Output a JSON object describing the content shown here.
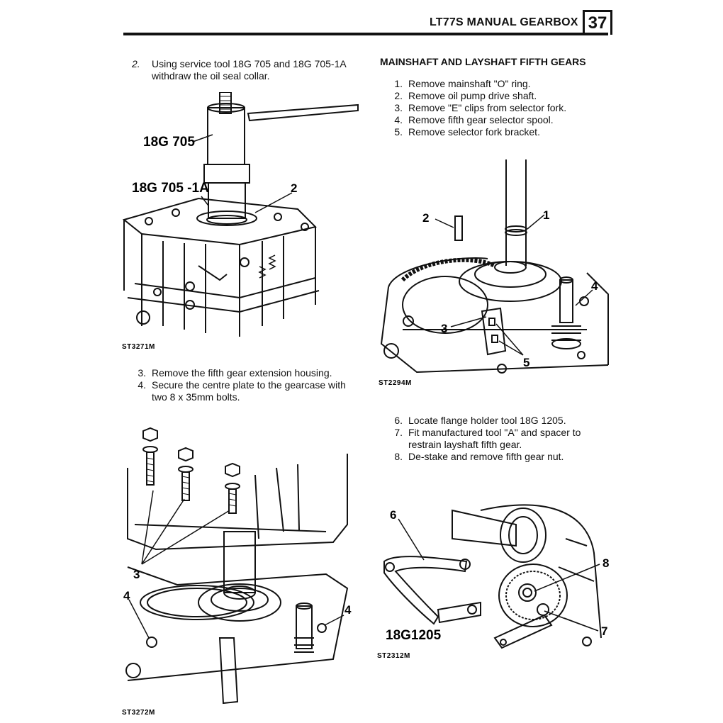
{
  "header": {
    "title": "LT77S MANUAL GEARBOX",
    "page_number": "37"
  },
  "left": {
    "step2": {
      "num": "2.",
      "text": "Using service tool 18G 705 and 18G 705-1A withdraw the oil seal collar."
    },
    "fig1": {
      "caption": "ST3271M",
      "tool_a": "18G 705",
      "tool_b": "18G 705 -1A",
      "callout_2": "2"
    },
    "steps_3_4": [
      {
        "num": "3.",
        "text": "Remove the fifth gear extension housing."
      },
      {
        "num": "4.",
        "text": "Secure the centre plate to the gearcase with two 8 x 35mm bolts."
      }
    ],
    "fig3": {
      "caption": "ST3272M",
      "callout_3": "3",
      "callout_4a": "4",
      "callout_4b": "4"
    }
  },
  "right": {
    "heading": "MAINSHAFT AND LAYSHAFT FIFTH GEARS",
    "steps_1_5": [
      {
        "num": "1.",
        "text": "Remove mainshaft \"O\" ring."
      },
      {
        "num": "2.",
        "text": "Remove oil pump drive shaft."
      },
      {
        "num": "3.",
        "text": "Remove \"E\" clips from selector fork."
      },
      {
        "num": "4.",
        "text": "Remove fifth gear selector spool."
      },
      {
        "num": "5.",
        "text": "Remove selector fork bracket."
      }
    ],
    "fig2": {
      "caption": "ST2294M",
      "c1": "1",
      "c2": "2",
      "c3": "3",
      "c4": "4",
      "c5": "5"
    },
    "steps_6_8": [
      {
        "num": "6.",
        "text": "Locate flange holder tool 18G 1205."
      },
      {
        "num": "7.",
        "text": "Fit manufactured tool \"A\" and spacer to restrain layshaft fifth gear."
      },
      {
        "num": "8.",
        "text": "De-stake and remove fifth gear nut."
      }
    ],
    "fig4": {
      "caption": "ST2312M",
      "tool": "18G1205",
      "c6": "6",
      "c7": "7",
      "c8": "8"
    }
  }
}
